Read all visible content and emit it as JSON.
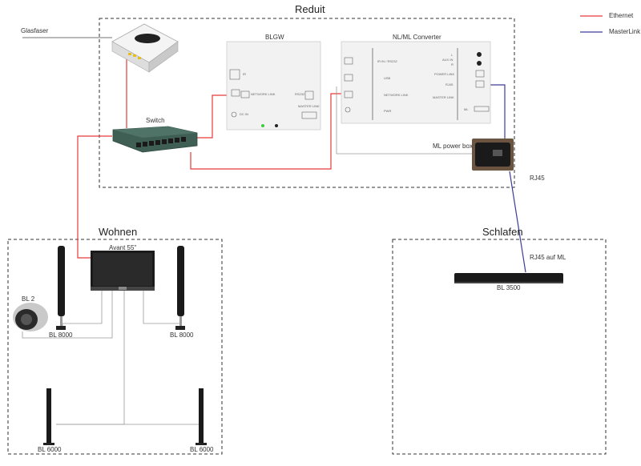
{
  "legend": {
    "ethernet": {
      "label": "Ethernet",
      "color": "#e63a3a"
    },
    "masterlink": {
      "label": "MasterLink",
      "color": "#3c3c9a"
    }
  },
  "rooms": {
    "reduit": "Reduit",
    "wohnen": "Wohnen",
    "schlafen": "Schlafen"
  },
  "labels": {
    "glasfaser": "Glasfaser",
    "switch": "Switch",
    "blgw": "BLGW",
    "nlml_converter": "NL/ML Converter",
    "ml_power_box": "ML power box",
    "rj45": "RJ45",
    "rj45_auf_ml": "RJ45 auf ML",
    "avant": "Avant 55\"",
    "bl2": "BL 2",
    "bl8000_left": "BL 8000",
    "bl8000_right": "BL 8000",
    "bl6000_left": "BL 6000",
    "bl6000_right": "BL 6000",
    "bl3500": "BL 3500"
  },
  "blgw_panel": {
    "port1": "IR",
    "port2": "NETWORK LINK",
    "port3": "RS232",
    "port4": "MASTER LINK",
    "port5": "DC IN"
  },
  "converter_panel": {
    "left1": "IR IN / RS232",
    "left2": "USB",
    "left3": "NETWORK LINK",
    "left4": "PWR",
    "right1": "L",
    "right2": "AUX IN",
    "right3": "R",
    "right4": "POWER LINK",
    "right5": "RJ45",
    "right6": "MASTER LINK",
    "right7": "ML"
  },
  "colors": {
    "cable_gray": "#9a9a9a",
    "dashed_border": "#333333",
    "panel_fill": "#f2f2f2"
  }
}
